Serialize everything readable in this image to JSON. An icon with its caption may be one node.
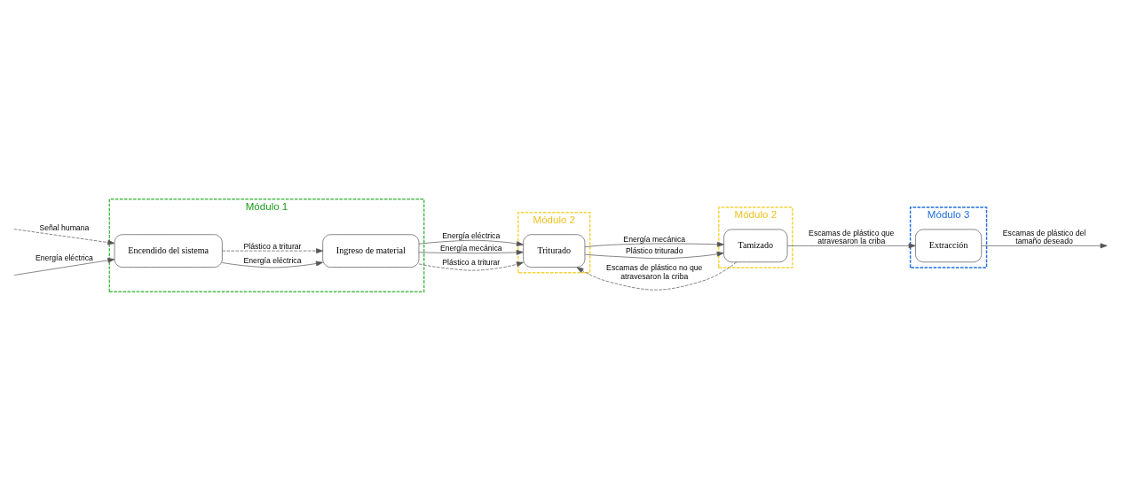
{
  "diagram": {
    "nodes": [
      {
        "text": [
          "Módulo 1"
        ]
      },
      {
        "text": [
          "Módulo 2"
        ]
      },
      {
        "text": [
          "Módulo 2"
        ]
      },
      {
        "text": [
          "Módulo 3"
        ]
      },
      {
        "text": [
          "Encendido del sistema"
        ],
        "in": 0
      },
      {
        "text": [
          "Ingreso de material"
        ],
        "in": 0
      },
      {
        "text": [
          "Triturado"
        ],
        "in": 1
      },
      {
        "text": [
          "Tamizado"
        ],
        "in": 2
      },
      {
        "text": [
          "Extracción"
        ],
        "in": 3
      }
    ],
    "edges": [
      {
        "from": null,
        "to": 4,
        "arrow": "to",
        "label": "Energía eléctrica"
      },
      {
        "from": null,
        "to": 4,
        "arrow": "to",
        "label": "Señal humana",
        "style": "dashed"
      },
      {
        "from": 4,
        "to": 5,
        "arrow": "to",
        "label": "Energía eléctrica"
      },
      {
        "from": 4,
        "to": 5,
        "arrow": "to",
        "label": "Plástico a triturar",
        "style": "dashed"
      },
      {
        "from": 5,
        "to": 6,
        "arrow": "to",
        "label": "Energía eléctrica"
      },
      {
        "from": 5,
        "to": 6,
        "arrow": "to",
        "label": "Energía mecánica"
      },
      {
        "from": 5,
        "to": 6,
        "arrow": "to",
        "label": "Plástico a triturar",
        "style": "dashed"
      },
      {
        "from": 6,
        "to": 7,
        "arrow": "to",
        "label": "Plástico triturado"
      },
      {
        "from": 6,
        "to": 7,
        "arrow": "to",
        "label": "Energía mecánica"
      },
      {
        "from": 7,
        "to": 8,
        "arrow": "to",
        "label": "Escamas de plástico que atravesaron la criba"
      },
      {
        "from": 8,
        "to": null,
        "arrow": "to",
        "label": "Escamas de plástico del tamaño deseado"
      },
      {
        "from": 7,
        "to": 6,
        "arrow": "to",
        "label": "Escamas de plástico no que atravesaron la criba",
        "style": "dashed"
      }
    ]
  }
}
